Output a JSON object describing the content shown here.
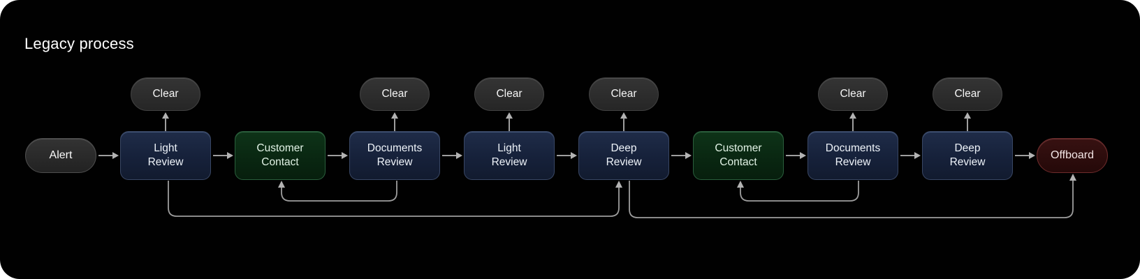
{
  "title": "Legacy process",
  "flow": {
    "clear_label": "Clear",
    "nodes": [
      {
        "id": "alert",
        "label": "Alert",
        "lines": [
          "Alert"
        ],
        "shape": "pill",
        "color": "gray",
        "clear": false
      },
      {
        "id": "light-review-1",
        "label": "Light Review",
        "lines": [
          "Light",
          "Review"
        ],
        "shape": "rect",
        "color": "blue",
        "clear": true
      },
      {
        "id": "customer-contact-1",
        "label": "Customer Contact",
        "lines": [
          "Customer",
          "Contact"
        ],
        "shape": "rect",
        "color": "green",
        "clear": false
      },
      {
        "id": "documents-review-1",
        "label": "Documents Review",
        "lines": [
          "Documents",
          "Review"
        ],
        "shape": "rect",
        "color": "blue",
        "clear": true
      },
      {
        "id": "light-review-2",
        "label": "Light Review",
        "lines": [
          "Light",
          "Review"
        ],
        "shape": "rect",
        "color": "blue",
        "clear": true
      },
      {
        "id": "deep-review-1",
        "label": "Deep Review",
        "lines": [
          "Deep",
          "Review"
        ],
        "shape": "rect",
        "color": "blue",
        "clear": true
      },
      {
        "id": "customer-contact-2",
        "label": "Customer Contact",
        "lines": [
          "Customer",
          "Contact"
        ],
        "shape": "rect",
        "color": "green",
        "clear": false
      },
      {
        "id": "documents-review-2",
        "label": "Documents Review",
        "lines": [
          "Documents",
          "Review"
        ],
        "shape": "rect",
        "color": "blue",
        "clear": true
      },
      {
        "id": "deep-review-2",
        "label": "Deep Review",
        "lines": [
          "Deep",
          "Review"
        ],
        "shape": "rect",
        "color": "blue",
        "clear": true
      },
      {
        "id": "offboard",
        "label": "Offboard",
        "lines": [
          "Offboard"
        ],
        "shape": "pill",
        "color": "red",
        "clear": false
      }
    ],
    "feedback_edges": [
      {
        "from": "documents-review-1",
        "to": "customer-contact-1"
      },
      {
        "from": "light-review-1",
        "to": "deep-review-1"
      },
      {
        "from": "documents-review-2",
        "to": "customer-contact-2"
      },
      {
        "from": "deep-review-1",
        "to": "offboard"
      }
    ]
  },
  "palette": {
    "card-bg": "#010101",
    "title-color": "#ffffff",
    "line": "#9e9e9e",
    "arrowhead": "#b3b3b3",
    "blue-top": "#1f2c48",
    "blue-bottom": "#121b2f",
    "blue-border": "#394764",
    "green-top": "#0e3318",
    "green-bottom": "#071f0d",
    "green-border": "#2a5f3c",
    "red-top": "#371111",
    "red-bottom": "#250909",
    "red-border": "#6f2c2c",
    "gray-top": "#333333",
    "gray-bottom": "#222222",
    "gray-border": "#4e4e4e",
    "clear-top": "#343434",
    "clear-bottom": "#262626",
    "clear-border": "#424242"
  }
}
